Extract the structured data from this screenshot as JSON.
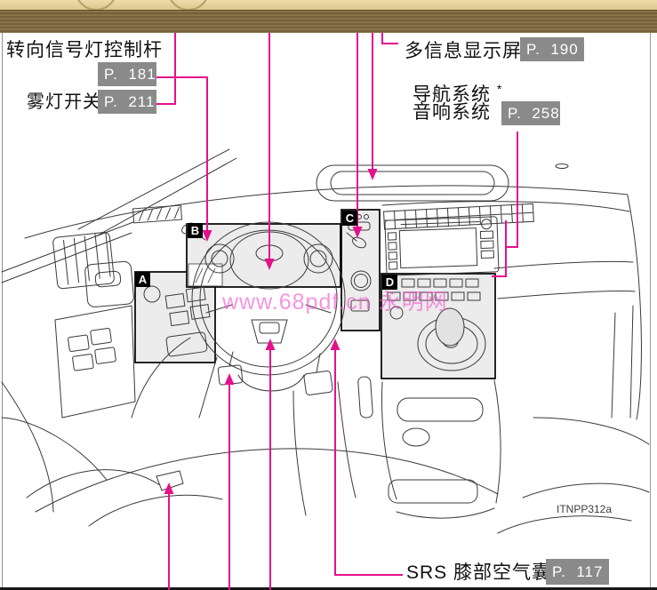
{
  "page": {
    "figure_code": "ITNPP312a",
    "watermark": "www.68pdf.cn 永明网"
  },
  "colors": {
    "accent_magenta": "#e5108c",
    "page_badge_bg": "#8a8a8a",
    "marker_bg": "#000000",
    "wood_band": "#7a6440",
    "top_strip": "#e2cf98"
  },
  "labels": {
    "turn_signal": {
      "text": "转向信号灯控制杆",
      "page_ref": "P.  181"
    },
    "fog_light": {
      "text": "雾灯开关",
      "page_ref": "P.  211"
    },
    "multi_info": {
      "text": "多信息显示屏",
      "page_ref": "P.  190"
    },
    "navigation": {
      "text": "导航系统",
      "mark": "*"
    },
    "audio": {
      "text": "音响系统",
      "page_ref": "P.  258"
    },
    "srs_knee": {
      "text": "SRS 膝部空气囊",
      "page_ref": "P.  117"
    }
  },
  "markers": {
    "a": "A",
    "b": "B",
    "c": "C",
    "d": "D"
  }
}
